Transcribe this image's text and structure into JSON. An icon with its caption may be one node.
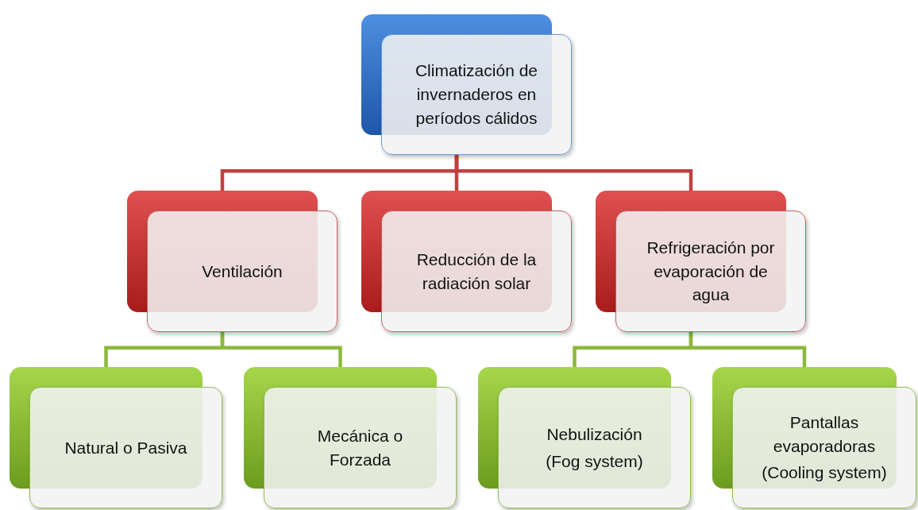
{
  "diagram": {
    "nodes": [
      {
        "text": [
          "Climatización de invernaderos en períodos cálidos"
        ]
      },
      {
        "text": [
          "Ventilación"
        ]
      },
      {
        "text": [
          "Reducción de la radiación solar"
        ]
      },
      {
        "text": [
          "Refrigeración por evaporación de agua"
        ]
      },
      {
        "text": [
          "Natural o Pasiva"
        ]
      },
      {
        "text": [
          "Mecánica o Forzada"
        ]
      },
      {
        "text": [
          "Nebulización",
          "(Fog system)"
        ]
      },
      {
        "text": [
          "Pantallas evaporadoras",
          "(Cooling system)"
        ]
      }
    ],
    "edges": [
      {
        "from": 0,
        "to": 1,
        "arrow": "none",
        "color": "#c0413f"
      },
      {
        "from": 0,
        "to": 2,
        "arrow": "none",
        "color": "#c0413f"
      },
      {
        "from": 0,
        "to": 3,
        "arrow": "none",
        "color": "#c0413f"
      },
      {
        "from": 1,
        "to": 4,
        "arrow": "none"
      },
      {
        "from": 1,
        "to": 5,
        "arrow": "none"
      },
      {
        "from": 3,
        "to": 6,
        "arrow": "none"
      },
      {
        "from": 3,
        "to": 7,
        "arrow": "none"
      }
    ]
  }
}
